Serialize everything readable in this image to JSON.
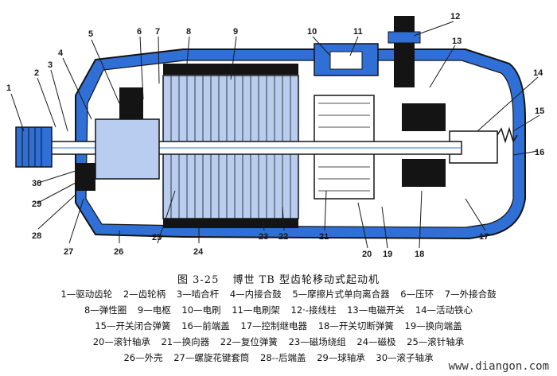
{
  "figure": {
    "number": "图 3-25",
    "title": "博世 TB 型齿轮移动式起动机"
  },
  "callouts": [
    "1",
    "2",
    "3",
    "4",
    "5",
    "6",
    "7",
    "8",
    "9",
    "10",
    "11",
    "12",
    "13",
    "14",
    "15",
    "16",
    "17",
    "18",
    "19",
    "20",
    "21",
    "22",
    "23",
    "24",
    "25",
    "26",
    "27",
    "28",
    "29",
    "30"
  ],
  "legend_rows": [
    [
      "1—驱动齿轮",
      "2—齿轮柄",
      "3—啮合杆",
      "4—内接合鼓",
      "5—摩擦片式单向离合器",
      "6—压环",
      "7—外接合鼓"
    ],
    [
      "8—弹性圈",
      "9—电枢",
      "10—电刷",
      "11—电刷架",
      "12·-接线柱",
      "13—电磁开关",
      "14—活动铁心"
    ],
    [
      "15—开关闭合弹簧",
      "16—前端盖",
      "17—控制继电器",
      "18—开关切断弹簧",
      "19—换向端盖"
    ],
    [
      "20—滚针轴承",
      "21—换向器",
      "22—复位弹簧",
      "23—磁场绕组",
      "24—磁极",
      "25—滚针轴承"
    ],
    [
      "26—外壳",
      "27—螺旋花键套筒",
      "28--后端盖",
      "29—球轴承",
      "30—滚子轴承"
    ]
  ],
  "watermark": "www.diangon.com",
  "colors": {
    "housing": "#2f6fd6",
    "dark": "#141414",
    "fill_light": "#b9cdf0"
  }
}
